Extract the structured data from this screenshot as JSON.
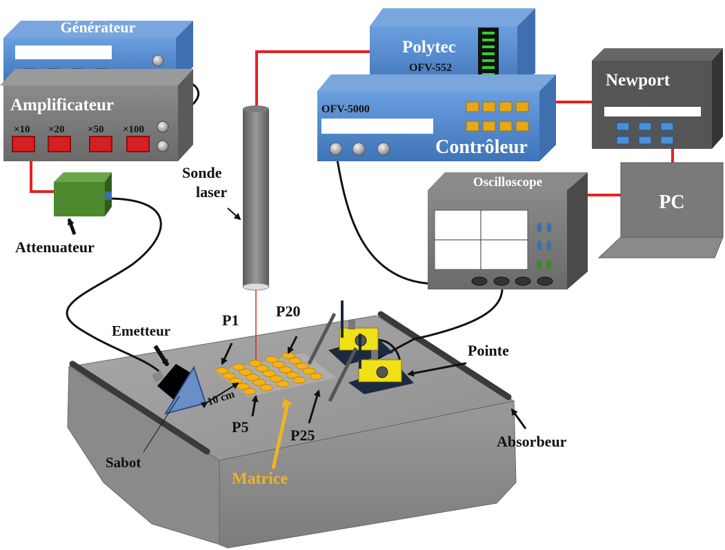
{
  "colors": {
    "red_cable": "#e52222",
    "black_cable": "#111111",
    "matrix_yellow": "#f6b21a",
    "label_yellow": "#f0b323",
    "blue_box": "#5b8fd0",
    "gray_box": "#777777",
    "green_box": "#4d8a2e"
  },
  "devices": {
    "generateur": "Générateur",
    "amplificateur": "Amplificateur",
    "gains": [
      "×10",
      "×20",
      "×50",
      "×100"
    ],
    "polytec": "Polytec",
    "polytec_model": "OFV-552",
    "controleur_model": "OFV-5000",
    "controleur": "Contrôleur",
    "newport": "Newport",
    "oscilloscope": "Oscilloscope",
    "pc": "PC"
  },
  "labels": {
    "attenuateur": "Attenuateur",
    "sonde_line1": "Sonde",
    "sonde_line2": "laser",
    "emetteur": "Emetteur",
    "sabot": "Sabot",
    "distance": "10 cm",
    "p1": "P1",
    "p20": "P20",
    "p5": "P5",
    "p25": "P25",
    "matrice": "Matrice",
    "pointe": "Pointe",
    "absorbeur": "Absorbeur"
  },
  "icons": [
    "knob-icon",
    "button-icon",
    "arrow-icon",
    "cable-icon"
  ]
}
